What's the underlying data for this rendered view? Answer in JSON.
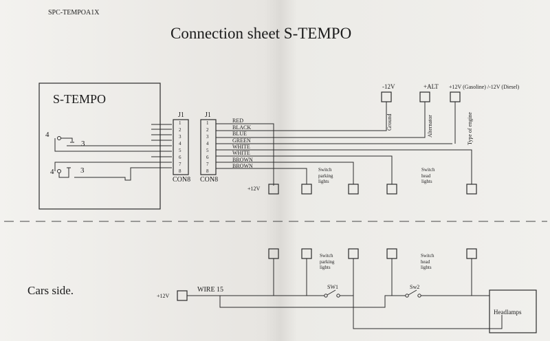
{
  "doc_code": "SPC-TEMPOA1X",
  "title": "Connection sheet S-TEMPO",
  "module_label": "S-TEMPO",
  "relay_pins": {
    "com": "4",
    "no": "3"
  },
  "connectors": [
    {
      "header": "J1",
      "name": "CON8"
    },
    {
      "header": "J1",
      "name": "CON8"
    }
  ],
  "pins": [
    "1",
    "2",
    "3",
    "4",
    "5",
    "6",
    "7",
    "8"
  ],
  "wires": [
    "RED",
    "BLACK",
    "BLUE",
    "GREEN",
    "WHITE",
    "WHITE",
    "BROWN",
    "BROWN"
  ],
  "terminals": {
    "ground": {
      "top": "-12V",
      "side": "Ground"
    },
    "alternator": {
      "top": "+ALT",
      "side": "Alternator"
    },
    "engine": {
      "top": "+12V (Gasoline) /-12V (Diesel)",
      "side": "Type of engine"
    }
  },
  "plus12": "+12V",
  "switch_parking": [
    "Switch",
    "parking",
    "lights"
  ],
  "switch_head": [
    "Switch",
    "head",
    "lights"
  ],
  "cars_side": "Cars side.",
  "wire15": "WIRE 15",
  "sw1": "SW1",
  "sw2": "Sw2",
  "headlamps": "Headlamps"
}
